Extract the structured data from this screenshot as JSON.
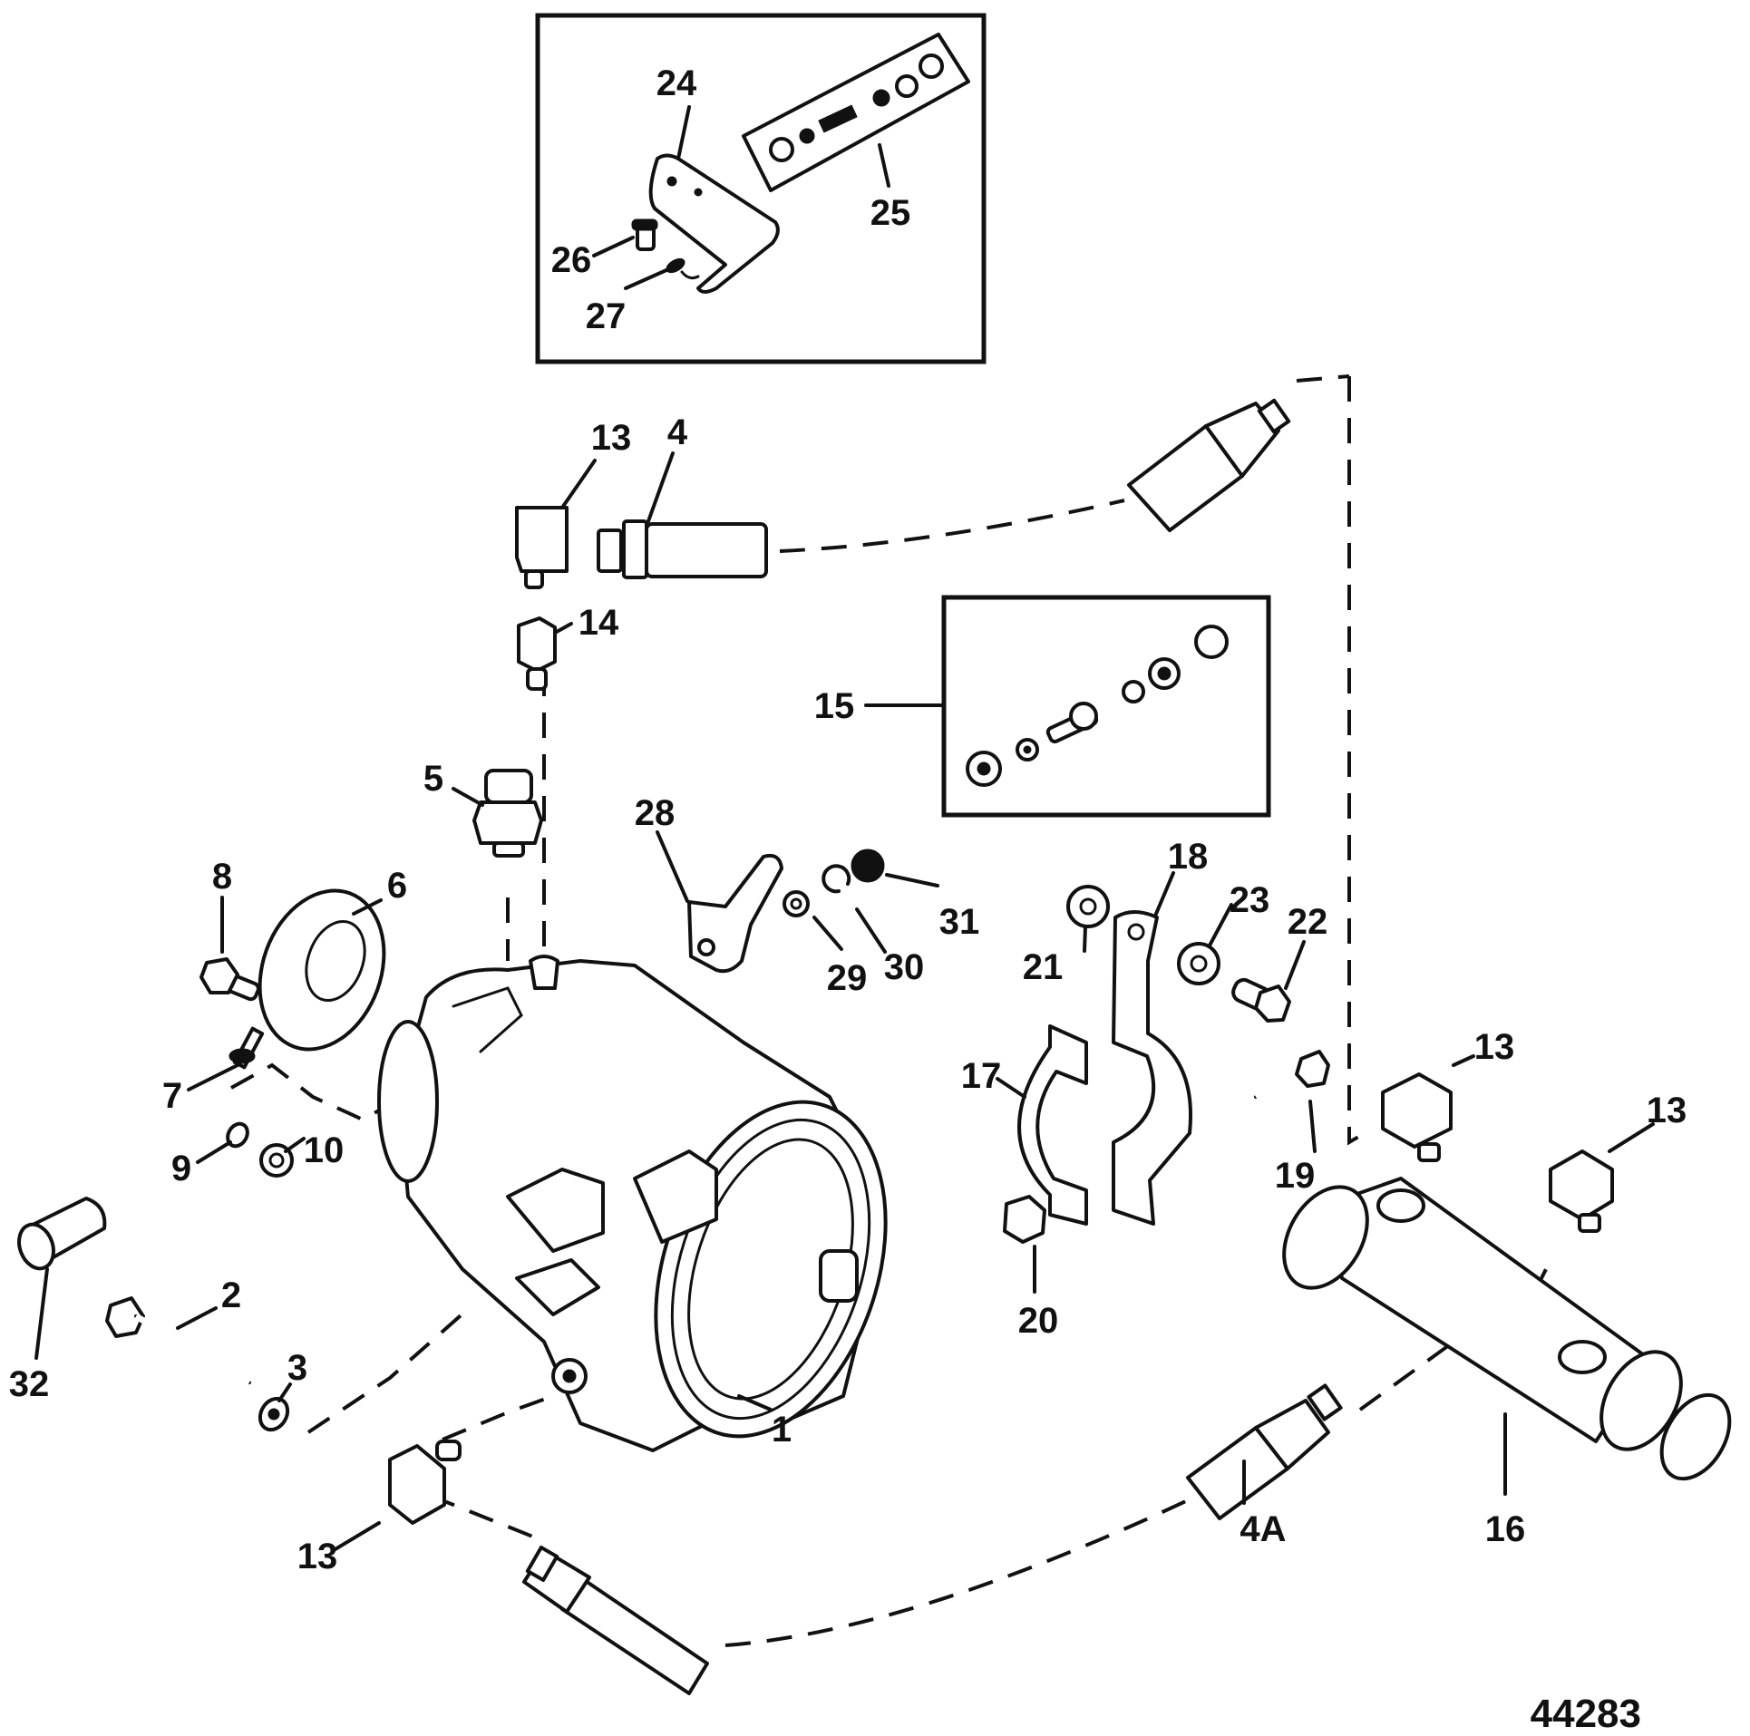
{
  "figure": {
    "type": "exploded parts diagram",
    "figure_number": "44283"
  },
  "callouts": [
    {
      "id": "1",
      "label": "1"
    },
    {
      "id": "2",
      "label": "2"
    },
    {
      "id": "3",
      "label": "3"
    },
    {
      "id": "4",
      "label": "4"
    },
    {
      "id": "4A",
      "label": "4A"
    },
    {
      "id": "5",
      "label": "5"
    },
    {
      "id": "6",
      "label": "6"
    },
    {
      "id": "7",
      "label": "7"
    },
    {
      "id": "8",
      "label": "8"
    },
    {
      "id": "9",
      "label": "9"
    },
    {
      "id": "10",
      "label": "10"
    },
    {
      "id": "13a",
      "label": "13"
    },
    {
      "id": "13b",
      "label": "13"
    },
    {
      "id": "13c",
      "label": "13"
    },
    {
      "id": "13d",
      "label": "13"
    },
    {
      "id": "14",
      "label": "14"
    },
    {
      "id": "15",
      "label": "15"
    },
    {
      "id": "16",
      "label": "16"
    },
    {
      "id": "17",
      "label": "17"
    },
    {
      "id": "18",
      "label": "18"
    },
    {
      "id": "19",
      "label": "19"
    },
    {
      "id": "20",
      "label": "20"
    },
    {
      "id": "21",
      "label": "21"
    },
    {
      "id": "22",
      "label": "22"
    },
    {
      "id": "23",
      "label": "23"
    },
    {
      "id": "24",
      "label": "24"
    },
    {
      "id": "25",
      "label": "25"
    },
    {
      "id": "26",
      "label": "26"
    },
    {
      "id": "27",
      "label": "27"
    },
    {
      "id": "28",
      "label": "28"
    },
    {
      "id": "29",
      "label": "29"
    },
    {
      "id": "30",
      "label": "30"
    },
    {
      "id": "31",
      "label": "31"
    },
    {
      "id": "32",
      "label": "32"
    }
  ]
}
